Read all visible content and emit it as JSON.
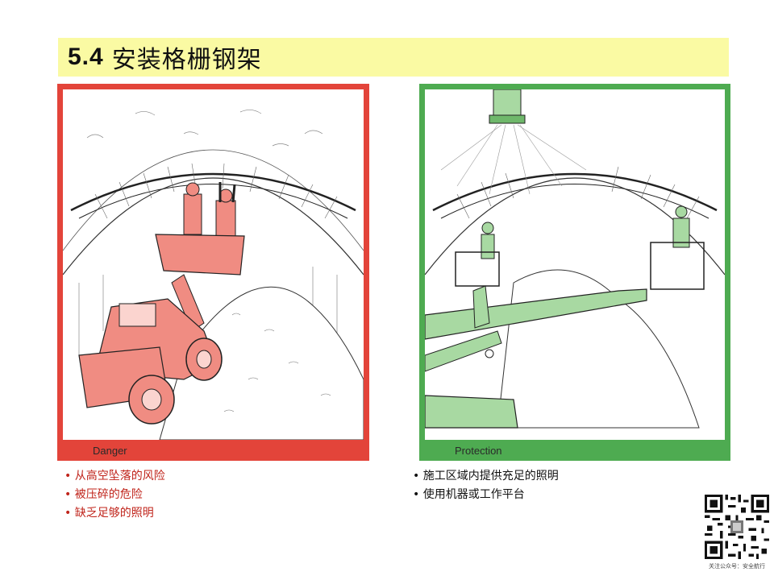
{
  "header": {
    "number": "5.4",
    "title": "安装格栅钢架"
  },
  "panels": [
    {
      "label": "Danger",
      "frame_color": "#e3443a",
      "illustration": "loader-bucket-lift-hazard",
      "bullets": [
        "从高空坠落的风险",
        "被压碎的危险",
        "缺乏足够的照明"
      ]
    },
    {
      "label": "Protection",
      "frame_color": "#4eab51",
      "illustration": "aerial-work-platform-with-lighting",
      "bullets": [
        "施工区域内提供充足的照明",
        "使用机器或工作平台"
      ]
    }
  ],
  "footer": {
    "qr_icon": "qr-code-icon",
    "caption": "关注公众号：安全航行"
  },
  "colors": {
    "title_bar": "#fafaa3",
    "danger_text": "#c0241b",
    "machine_red": "#f08c82",
    "machine_green": "#a8d9a2"
  }
}
